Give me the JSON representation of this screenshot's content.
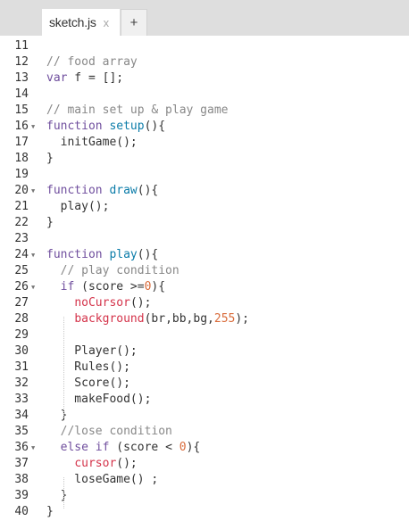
{
  "tabs": {
    "active_label": "sketch.js",
    "close_glyph": "x",
    "add_glyph": "+"
  },
  "colors": {
    "keyword": "#704f9e",
    "function": "#0b7ca9",
    "comment": "#888888",
    "number": "#d96b3a",
    "builtin": "#d4334a"
  },
  "editor": {
    "lines": [
      {
        "n": "11",
        "fold": false,
        "tokens": []
      },
      {
        "n": "12",
        "fold": false,
        "tokens": [
          {
            "t": "// food array",
            "c": "cm"
          }
        ]
      },
      {
        "n": "13",
        "fold": false,
        "tokens": [
          {
            "t": "var",
            "c": "kw"
          },
          {
            "t": " f = [];",
            "c": ""
          }
        ]
      },
      {
        "n": "14",
        "fold": false,
        "tokens": []
      },
      {
        "n": "15",
        "fold": false,
        "tokens": [
          {
            "t": "// main set up & play game",
            "c": "cm"
          }
        ]
      },
      {
        "n": "16",
        "fold": true,
        "tokens": [
          {
            "t": "function",
            "c": "kw"
          },
          {
            "t": " ",
            "c": ""
          },
          {
            "t": "setup",
            "c": "fn"
          },
          {
            "t": "(){",
            "c": ""
          }
        ]
      },
      {
        "n": "17",
        "fold": false,
        "tokens": [
          {
            "t": "  initGame();",
            "c": ""
          }
        ]
      },
      {
        "n": "18",
        "fold": false,
        "tokens": [
          {
            "t": "}",
            "c": ""
          }
        ]
      },
      {
        "n": "19",
        "fold": false,
        "tokens": []
      },
      {
        "n": "20",
        "fold": true,
        "tokens": [
          {
            "t": "function",
            "c": "kw"
          },
          {
            "t": " ",
            "c": ""
          },
          {
            "t": "draw",
            "c": "fn"
          },
          {
            "t": "(){",
            "c": ""
          }
        ]
      },
      {
        "n": "21",
        "fold": false,
        "tokens": [
          {
            "t": "  play();",
            "c": ""
          }
        ]
      },
      {
        "n": "22",
        "fold": false,
        "tokens": [
          {
            "t": "}",
            "c": ""
          }
        ]
      },
      {
        "n": "23",
        "fold": false,
        "tokens": []
      },
      {
        "n": "24",
        "fold": true,
        "tokens": [
          {
            "t": "function",
            "c": "kw"
          },
          {
            "t": " ",
            "c": ""
          },
          {
            "t": "play",
            "c": "fn"
          },
          {
            "t": "(){",
            "c": ""
          }
        ]
      },
      {
        "n": "25",
        "fold": false,
        "tokens": [
          {
            "t": "  ",
            "c": ""
          },
          {
            "t": "// play condition",
            "c": "cm"
          }
        ]
      },
      {
        "n": "26",
        "fold": true,
        "tokens": [
          {
            "t": "  ",
            "c": ""
          },
          {
            "t": "if",
            "c": "kw"
          },
          {
            "t": " (score >=",
            "c": ""
          },
          {
            "t": "0",
            "c": "num"
          },
          {
            "t": "){",
            "c": ""
          }
        ]
      },
      {
        "n": "27",
        "fold": false,
        "tokens": [
          {
            "t": "    ",
            "c": ""
          },
          {
            "t": "noCursor",
            "c": "red"
          },
          {
            "t": "();",
            "c": ""
          }
        ]
      },
      {
        "n": "28",
        "fold": false,
        "tokens": [
          {
            "t": "    ",
            "c": ""
          },
          {
            "t": "background",
            "c": "red"
          },
          {
            "t": "(br,bb,bg,",
            "c": ""
          },
          {
            "t": "255",
            "c": "num"
          },
          {
            "t": ");",
            "c": ""
          }
        ]
      },
      {
        "n": "29",
        "fold": false,
        "tokens": []
      },
      {
        "n": "30",
        "fold": false,
        "tokens": [
          {
            "t": "    Player();",
            "c": ""
          }
        ]
      },
      {
        "n": "31",
        "fold": false,
        "tokens": [
          {
            "t": "    Rules();",
            "c": ""
          }
        ]
      },
      {
        "n": "32",
        "fold": false,
        "tokens": [
          {
            "t": "    Score();",
            "c": ""
          }
        ]
      },
      {
        "n": "33",
        "fold": false,
        "tokens": [
          {
            "t": "    makeFood();",
            "c": ""
          }
        ]
      },
      {
        "n": "34",
        "fold": false,
        "tokens": [
          {
            "t": "  }",
            "c": ""
          }
        ]
      },
      {
        "n": "35",
        "fold": false,
        "tokens": [
          {
            "t": "  ",
            "c": ""
          },
          {
            "t": "//lose condition",
            "c": "cm"
          }
        ]
      },
      {
        "n": "36",
        "fold": true,
        "tokens": [
          {
            "t": "  ",
            "c": ""
          },
          {
            "t": "else",
            "c": "kw"
          },
          {
            "t": " ",
            "c": ""
          },
          {
            "t": "if",
            "c": "kw"
          },
          {
            "t": " (score < ",
            "c": ""
          },
          {
            "t": "0",
            "c": "num"
          },
          {
            "t": "){",
            "c": ""
          }
        ]
      },
      {
        "n": "37",
        "fold": false,
        "tokens": [
          {
            "t": "    ",
            "c": ""
          },
          {
            "t": "cursor",
            "c": "red"
          },
          {
            "t": "();",
            "c": ""
          }
        ]
      },
      {
        "n": "38",
        "fold": false,
        "tokens": [
          {
            "t": "    loseGame() ;",
            "c": ""
          }
        ]
      },
      {
        "n": "39",
        "fold": false,
        "tokens": [
          {
            "t": "  }",
            "c": ""
          }
        ]
      },
      {
        "n": "40",
        "fold": false,
        "tokens": [
          {
            "t": "}",
            "c": ""
          }
        ]
      }
    ]
  }
}
